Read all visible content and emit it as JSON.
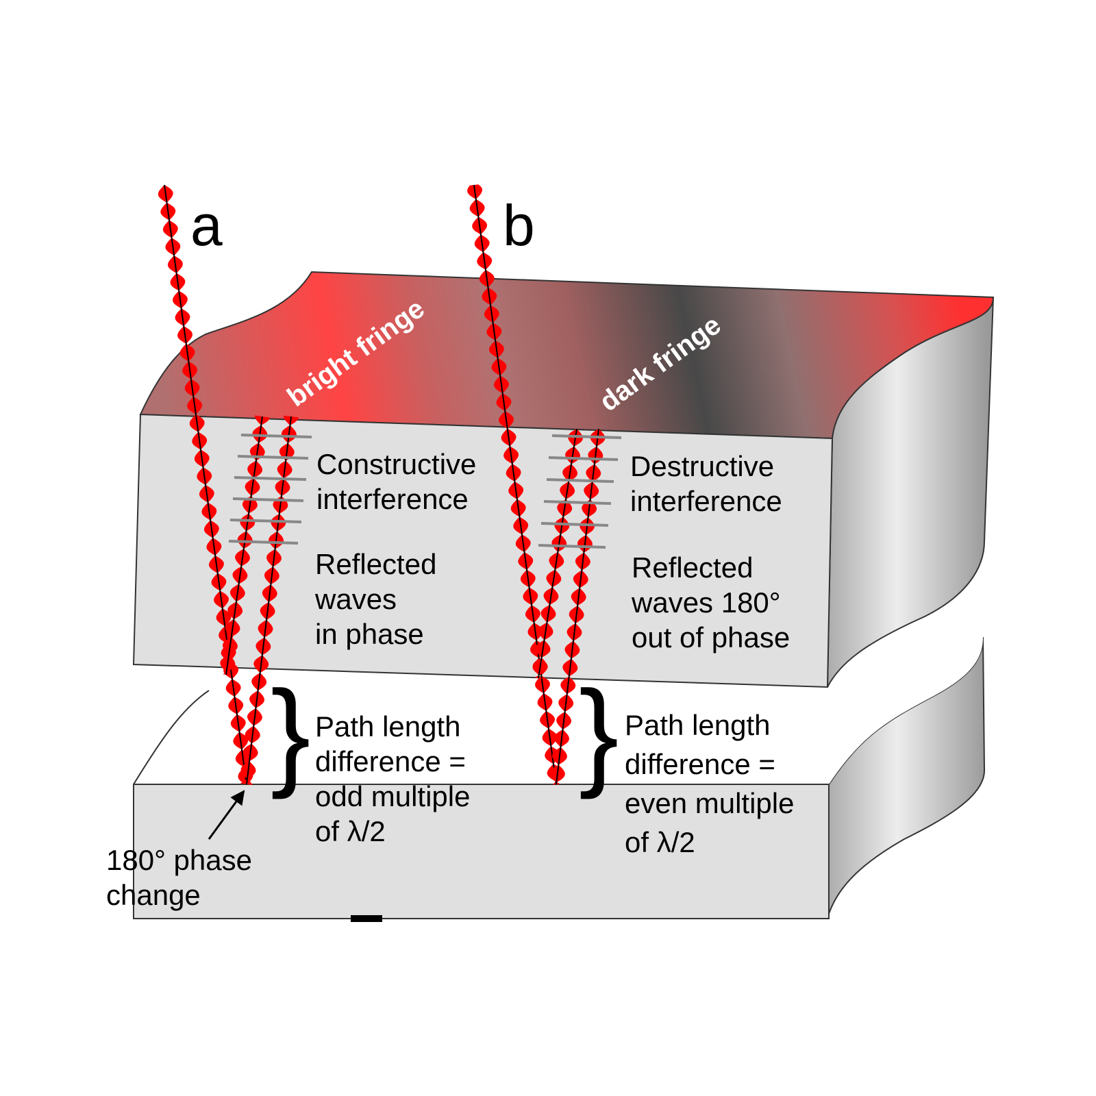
{
  "labels": {
    "beam_a": "a",
    "beam_b": "b",
    "bright_fringe": "bright fringe",
    "dark_fringe": "dark fringe",
    "constructive": [
      "Constructive",
      "interference"
    ],
    "reflected_in_phase": [
      "Reflected",
      "waves",
      "in phase"
    ],
    "destructive": [
      "Destructive",
      "interference"
    ],
    "reflected_out_of_phase": [
      "Reflected",
      "waves 180°",
      "out of phase"
    ],
    "path_odd": [
      "Path length",
      "difference =",
      "odd multiple",
      "of λ/2"
    ],
    "path_even": [
      "Path length",
      "difference =",
      "even multiple",
      "of λ/2"
    ],
    "phase_change": [
      "180° phase",
      "change"
    ]
  },
  "colors": {
    "wave": "#ff0000",
    "slab_face": "#e0e0e0",
    "outline": "#333333",
    "bright_fringe": "#ff4040",
    "dark_fringe": "#505050"
  }
}
